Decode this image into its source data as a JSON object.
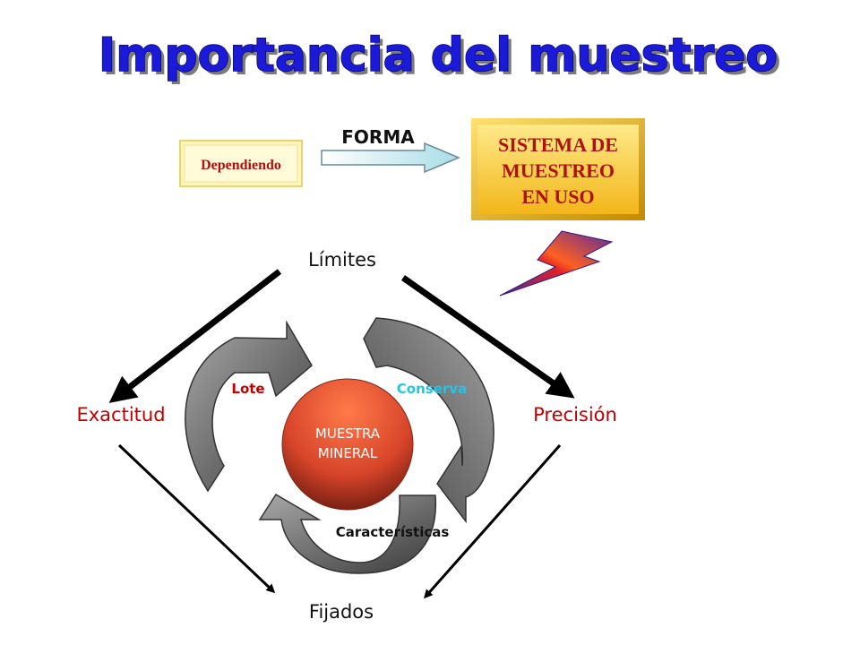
{
  "title": "Importancia del muestreo",
  "dependiendo_label": "Dependiendo",
  "forma_label": "FORMA",
  "sistema_lines": [
    "SISTEMA DE",
    "MUESTREO",
    "EN USO"
  ],
  "nodes": {
    "limites": "Límites",
    "exactitud": "Exactitud",
    "precision": "Precisión",
    "fijados": "Fijados"
  },
  "center_lines": [
    "MUESTRA",
    "MINERAL"
  ],
  "cycle_labels": {
    "lote": "Lote",
    "conserva": "Conserva",
    "caracteristicas": "Características"
  },
  "colors": {
    "title": "#1a1ad8",
    "dependiendo_text": "#b01010",
    "sistema_text": "#b01010",
    "sistema_fill": "#ffd84a",
    "lote": "#c00000",
    "conserva": "#22c4e8",
    "center_fill": "#e8502e",
    "cycle_arrow": "#7a7a7a"
  },
  "icons": {
    "lightning": "lightning-bolt-icon"
  }
}
